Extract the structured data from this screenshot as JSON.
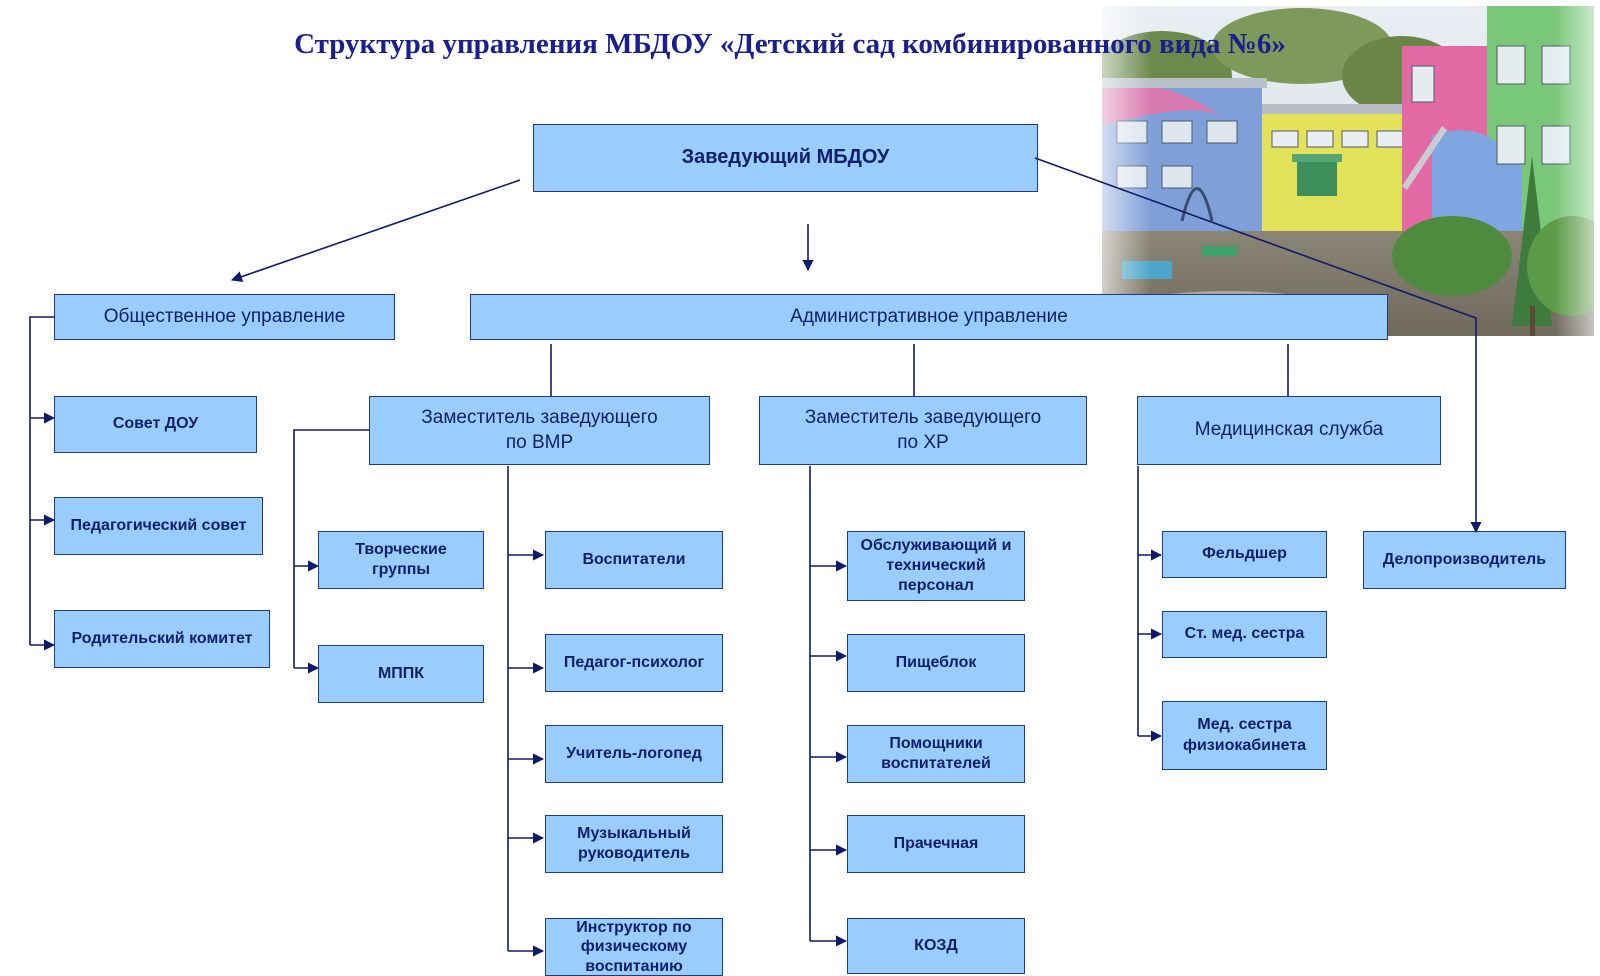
{
  "title": "Структура управления МБДОУ «Детский сад комбинированного вида №6»",
  "nodes": {
    "head": "Заведующий МБДОУ",
    "public_mgmt": "Общественное управление",
    "admin_mgmt": "Административное управление",
    "council": "Совет ДОУ",
    "ped_council": "Педагогический совет",
    "parent_committee": "Родительский комитет",
    "deputy_vmr_1": "Заместитель заведующего",
    "deputy_vmr_2": "по ВМР",
    "deputy_hr_1": "Заместитель заведующего",
    "deputy_hr_2": "по ХР",
    "medical": "Медицинская служба",
    "creative_1": "Творческие",
    "creative_2": "группы",
    "mppk": "МППК",
    "educators": "Воспитатели",
    "psychologist": "Педагог-психолог",
    "speech": "Учитель-логопед",
    "music_1": "Музыкальный",
    "music_2": "руководитель",
    "pe_1": "Инструктор по",
    "pe_2": "физическому",
    "pe_3": "воспитанию",
    "service_1": "Обслуживающий и",
    "service_2": "технический",
    "service_3": "персонал",
    "kitchen": "Пищеблок",
    "assistants_1": "Помощники",
    "assistants_2": "воспитателей",
    "laundry": "Прачечная",
    "kozd": "КОЗД",
    "paramedic": "Фельдшер",
    "head_nurse": "Ст. мед. сестра",
    "physio_1": "Мед. сестра",
    "physio_2": "физиокабинета",
    "clerk": "Делопроизводитель"
  },
  "colors": {
    "box_fill": "#99ccff",
    "box_border": "#1e3a8a",
    "text": "#101f6b",
    "title": "#1b1f8c",
    "line": "#101a6b"
  }
}
